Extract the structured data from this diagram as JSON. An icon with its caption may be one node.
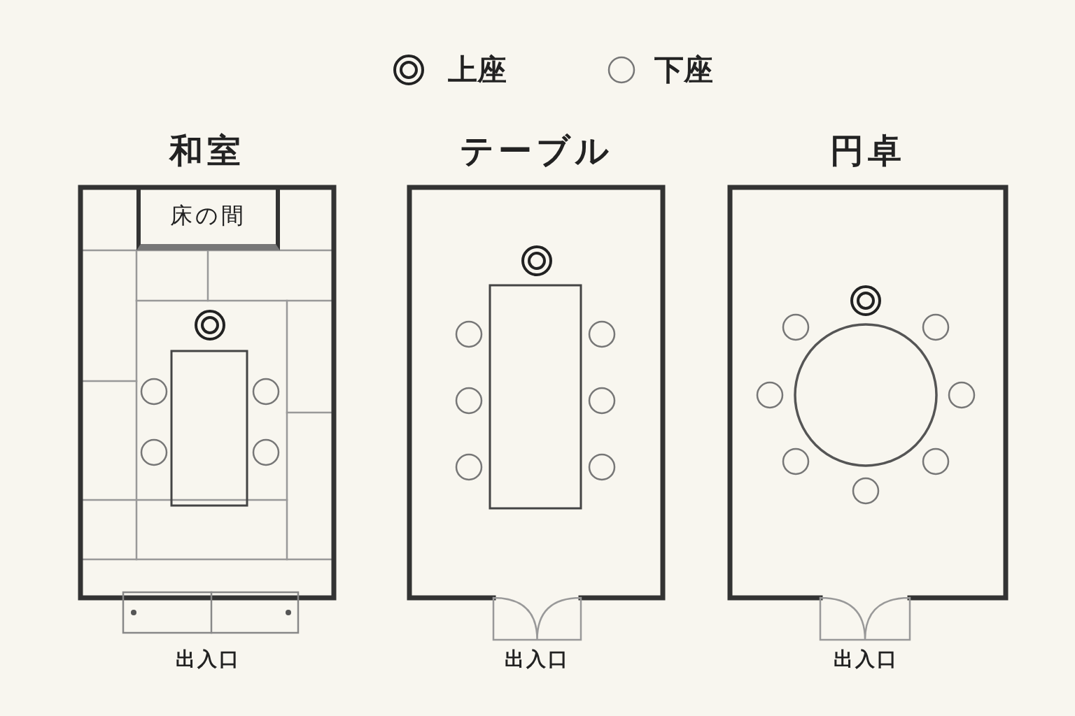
{
  "diagram": {
    "nodes": [
      {
        "text": [
          "和室"
        ]
      },
      {
        "text": [
          "床の間"
        ],
        "in": 0
      },
      {
        "text": [
          "テーブル"
        ]
      },
      {
        "text": [
          "円卓"
        ]
      }
    ],
    "labels": [
      "出入口",
      "出入口",
      "出入口"
    ],
    "legend": [
      {
        "text": "上座"
      },
      {
        "text": "下座"
      }
    ]
  }
}
